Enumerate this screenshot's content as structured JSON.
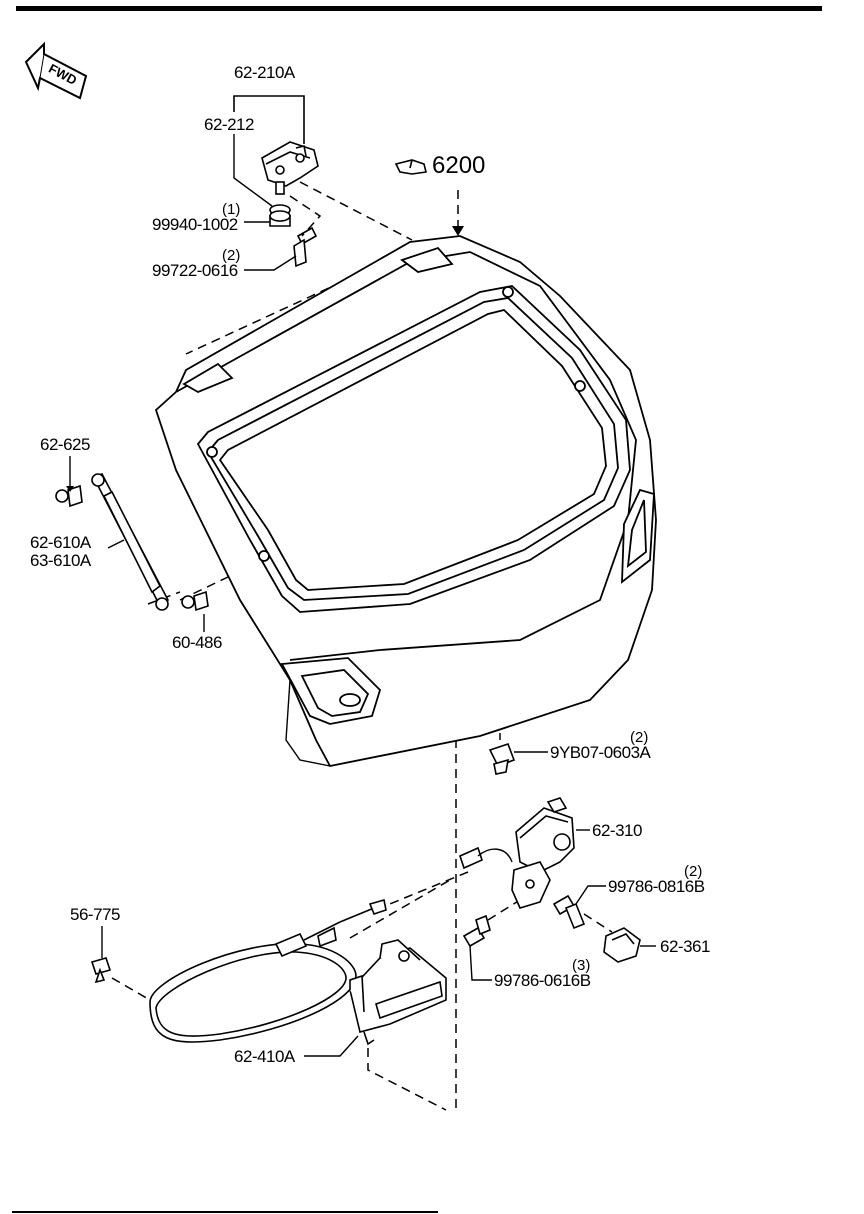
{
  "diagram": {
    "fwd_label": "FWD",
    "section_ref": "6200",
    "parts": {
      "p62_210A": "62-210A",
      "p62_212": "62-212",
      "p99940_1002": "99940-1002",
      "p99940_1002_qty": "(1)",
      "p99722_0616": "99722-0616",
      "p99722_0616_qty": "(2)",
      "p62_625": "62-625",
      "p62_610A": "62-610A",
      "p63_610A": "63-610A",
      "p60_486": "60-486",
      "p9YB07_0603A": "9YB07-0603A",
      "p9YB07_0603A_qty": "(2)",
      "p62_310": "62-310",
      "p99786_0816B": "99786-0816B",
      "p99786_0816B_qty": "(2)",
      "p62_361": "62-361",
      "p99786_0616B": "99786-0616B",
      "p99786_0616B_qty": "(3)",
      "p56_775": "56-775",
      "p62_410A": "62-410A"
    }
  }
}
